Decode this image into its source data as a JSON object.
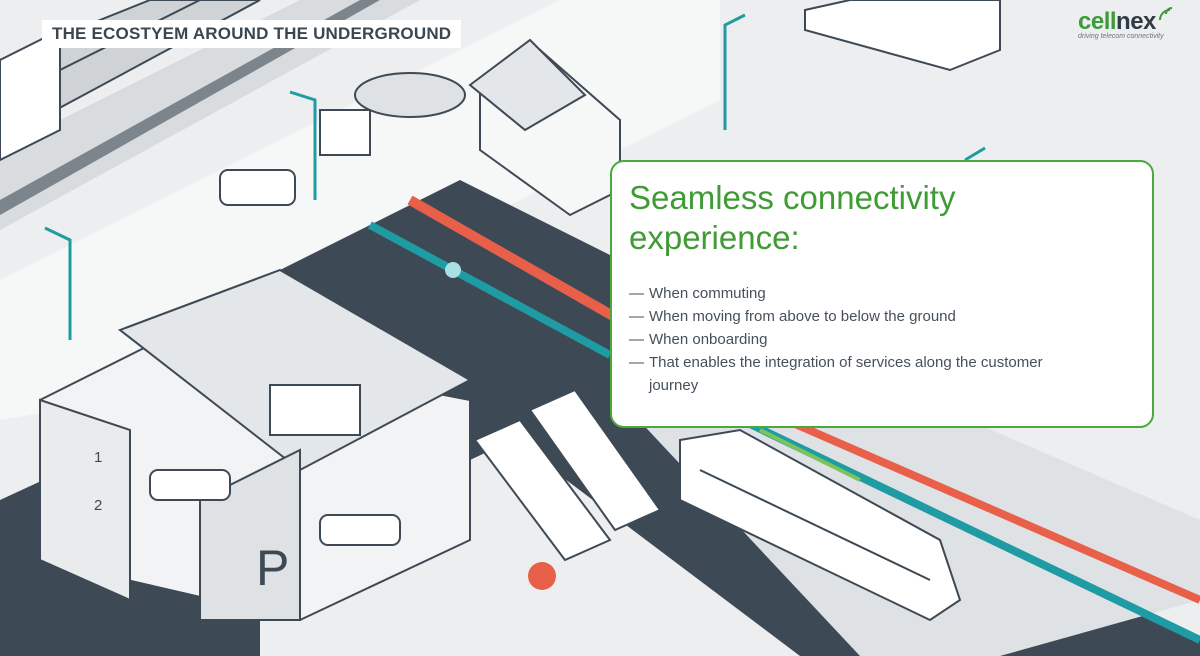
{
  "slide": {
    "title": "THE ECOSTYEM AROUND THE UNDERGROUND",
    "logo": {
      "brand_part1": "cell",
      "brand_part2": "nex",
      "tagline": "driving telecom connectivity"
    },
    "card": {
      "heading_line1": "Seamless connectivity",
      "heading_line2": "experience:",
      "bullet_marker": "—",
      "bullets": [
        "When commuting",
        "When moving from above to below the ground",
        "When onboarding",
        "That enables the integration of services along the customer journey"
      ]
    },
    "illustration": {
      "floor_1": "1",
      "floor_2": "2",
      "parking_sign": "P"
    },
    "colors": {
      "accent_green": "#3f9c35",
      "dark_slate": "#3d4a55",
      "teal": "#1f9ba3",
      "coral": "#e8604a"
    }
  }
}
